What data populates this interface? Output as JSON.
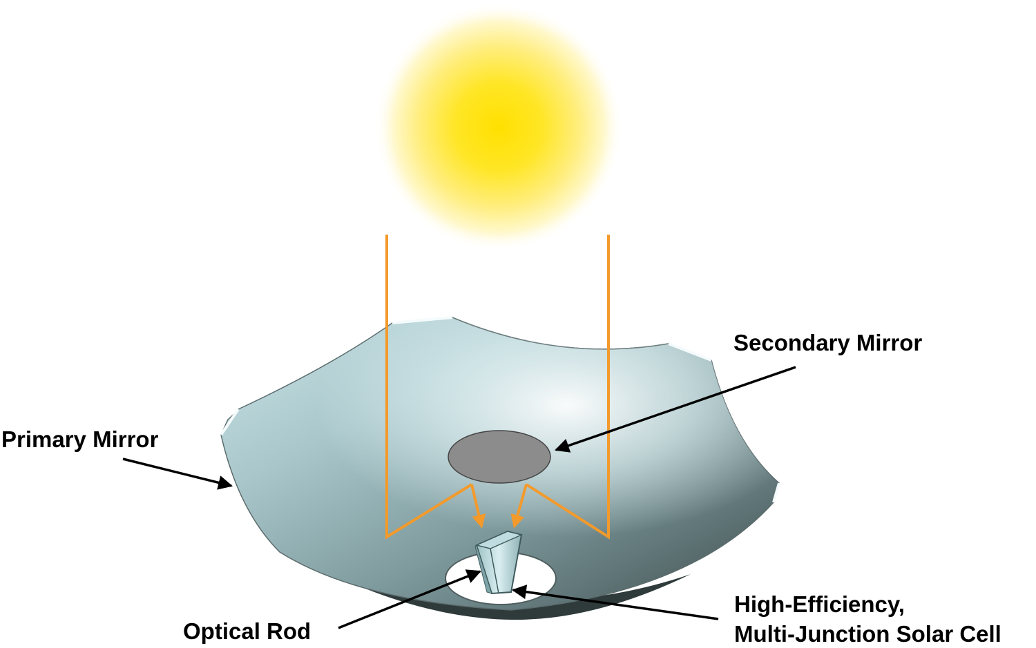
{
  "labels": {
    "primary_mirror": "Primary Mirror",
    "secondary_mirror": "Secondary Mirror",
    "optical_rod": "Optical Rod",
    "solar_cell_line1": "High-Efficiency,",
    "solar_cell_line2": "Multi-Junction Solar Cell"
  },
  "colors": {
    "sun_core": "#FFE000",
    "ray": "#F39A2B",
    "secondary_mirror": "#8C8C8C",
    "mirror_light": "#E6F6F8",
    "mirror_dark": "#3E4C4D",
    "label_text": "#000000",
    "pointer": "#000000"
  }
}
